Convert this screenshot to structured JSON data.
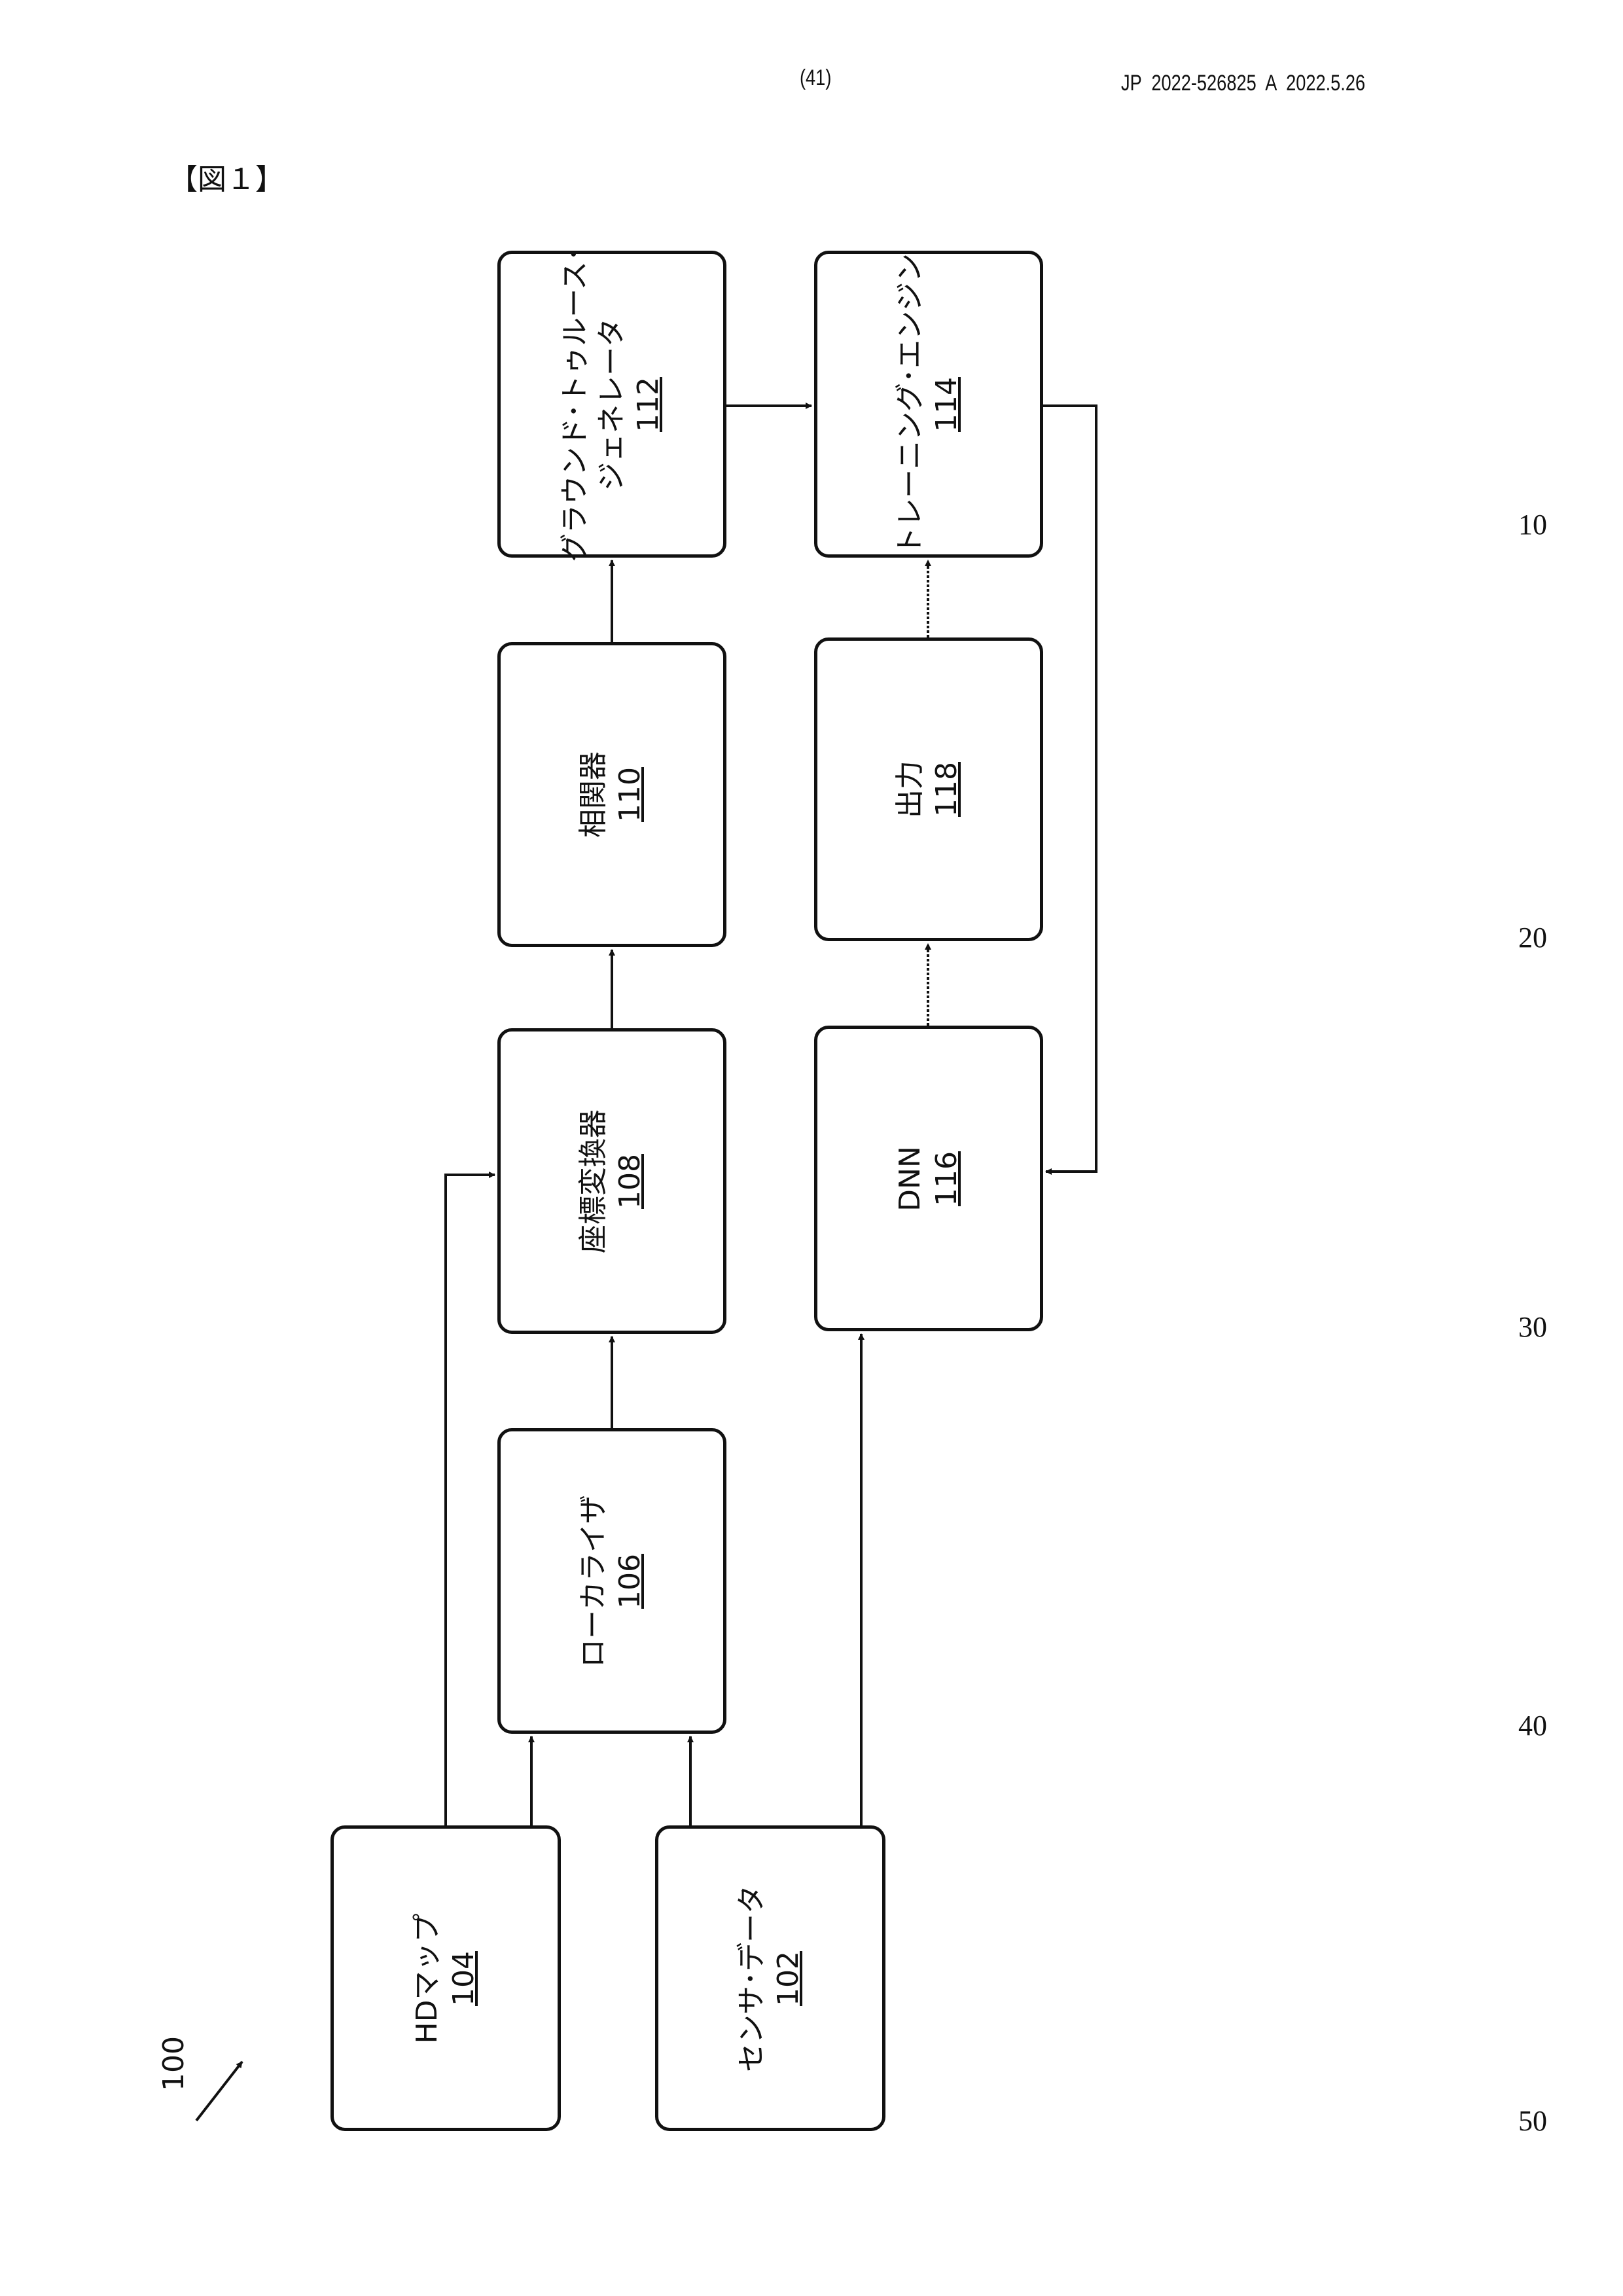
{
  "header": {
    "page_number": "(41)",
    "publication": "JP  2022-526825  A  2022.5.26"
  },
  "figure_label": "【図１】",
  "figure_ref": "100",
  "line_numbers": [
    "10",
    "20",
    "30",
    "40",
    "50"
  ],
  "blocks": {
    "b112": {
      "label_line1": "グラウンド･トゥルース･",
      "label_line2": "ジェネレータ",
      "number": "112"
    },
    "b114": {
      "label": "トレーニング･エンジン",
      "number": "114"
    },
    "b110": {
      "label": "相関器",
      "number": "110"
    },
    "b118": {
      "label": "出力",
      "number": "118"
    },
    "b108": {
      "label": "座標変換器",
      "number": "108"
    },
    "b116": {
      "label": "DNN",
      "number": "116"
    },
    "b106": {
      "label": "ローカライザ",
      "number": "106"
    },
    "b104": {
      "label": "HDマップ",
      "number": "104"
    },
    "b102": {
      "label": "センサ･データ",
      "number": "102"
    }
  }
}
